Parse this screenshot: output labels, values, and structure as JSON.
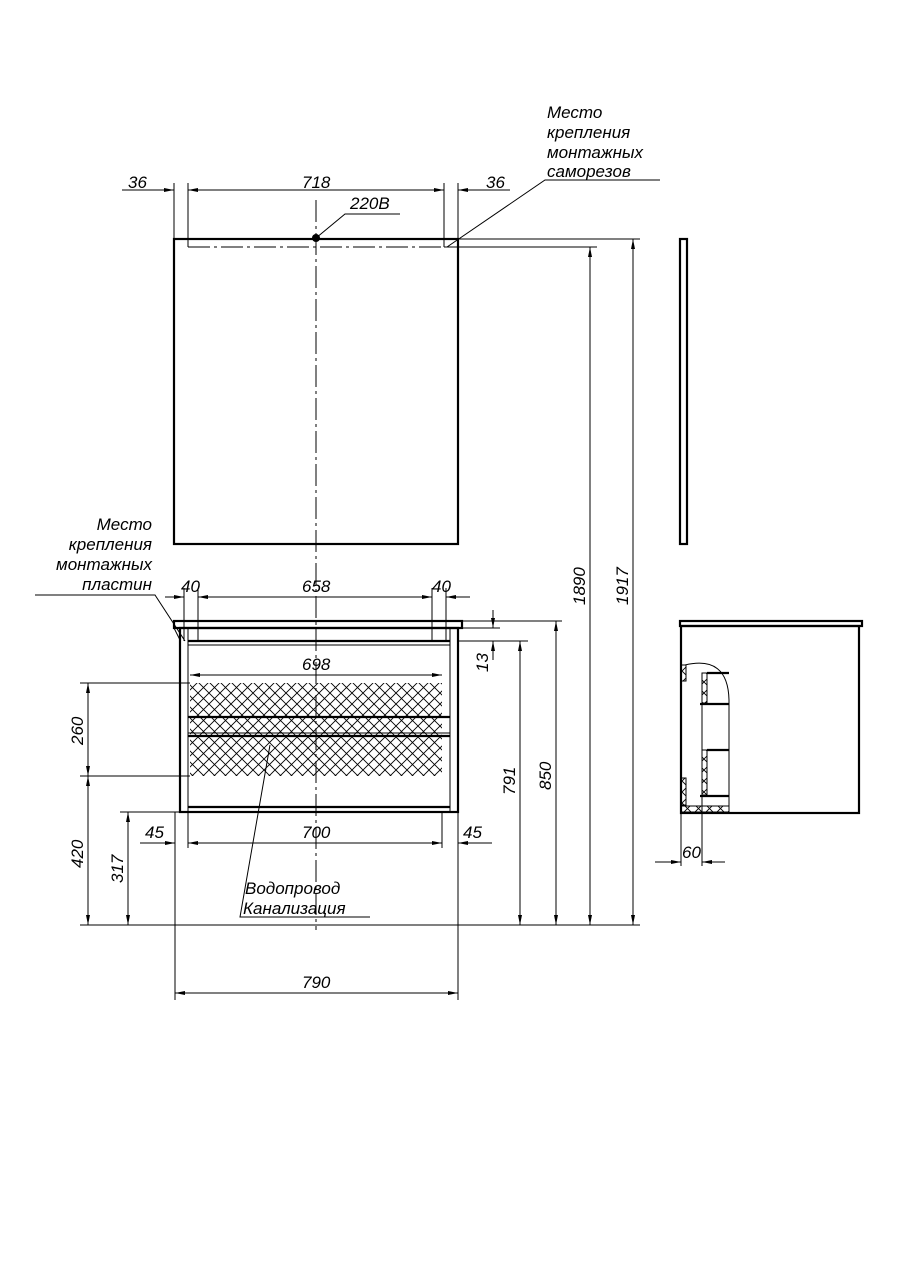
{
  "labels": {
    "mirror_mount": [
      "Место",
      "крепления",
      "монтажных",
      "саморезов"
    ],
    "plate_mount": [
      "Место",
      "крепления",
      "монтажных",
      "пластин"
    ],
    "power": "220В",
    "pipes": [
      "Водопровод",
      "Канализация"
    ]
  },
  "dimensions": {
    "mirror_left": "36",
    "mirror_mid": "718",
    "mirror_right": "36",
    "plate_left": "40",
    "plate_mid": "658",
    "plate_right": "40",
    "drawer_width": "698",
    "top_gap": "13",
    "h_791": "791",
    "h_850": "850",
    "h_1890": "1890",
    "h_1917": "1917",
    "drawers_height": "260",
    "h_420": "420",
    "h_317": "317",
    "bottom_left": "45",
    "bottom_mid": "700",
    "bottom_right": "45",
    "total_width": "790",
    "side_depth": "60"
  }
}
